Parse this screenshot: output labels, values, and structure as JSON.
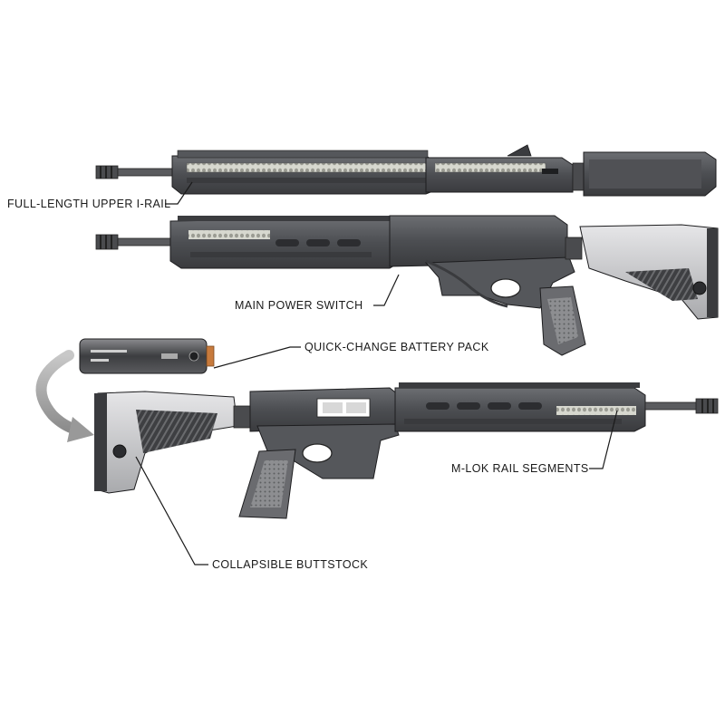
{
  "callouts": {
    "upper_rail": "FULL-LENGTH UPPER I-RAIL",
    "power_switch": "MAIN POWER SWITCH",
    "battery_pack": "QUICK-CHANGE BATTERY PACK",
    "mlok_rail": "M-LOK RAIL SEGMENTS",
    "buttstock": "COLLAPSIBLE BUTTSTOCK"
  },
  "colors": {
    "body": "#5b5d61",
    "body_dark": "#2f3033",
    "body_light": "#8c8e92",
    "stock": "#c9c9cb",
    "rail_light": "#dcdcd2",
    "arrow": "#9a9a9a",
    "battery_tip": "#c77a3c"
  },
  "icons": {
    "rotate_arrow": "curved-arrow-icon",
    "brand_logo": "hec-logo-icon"
  }
}
